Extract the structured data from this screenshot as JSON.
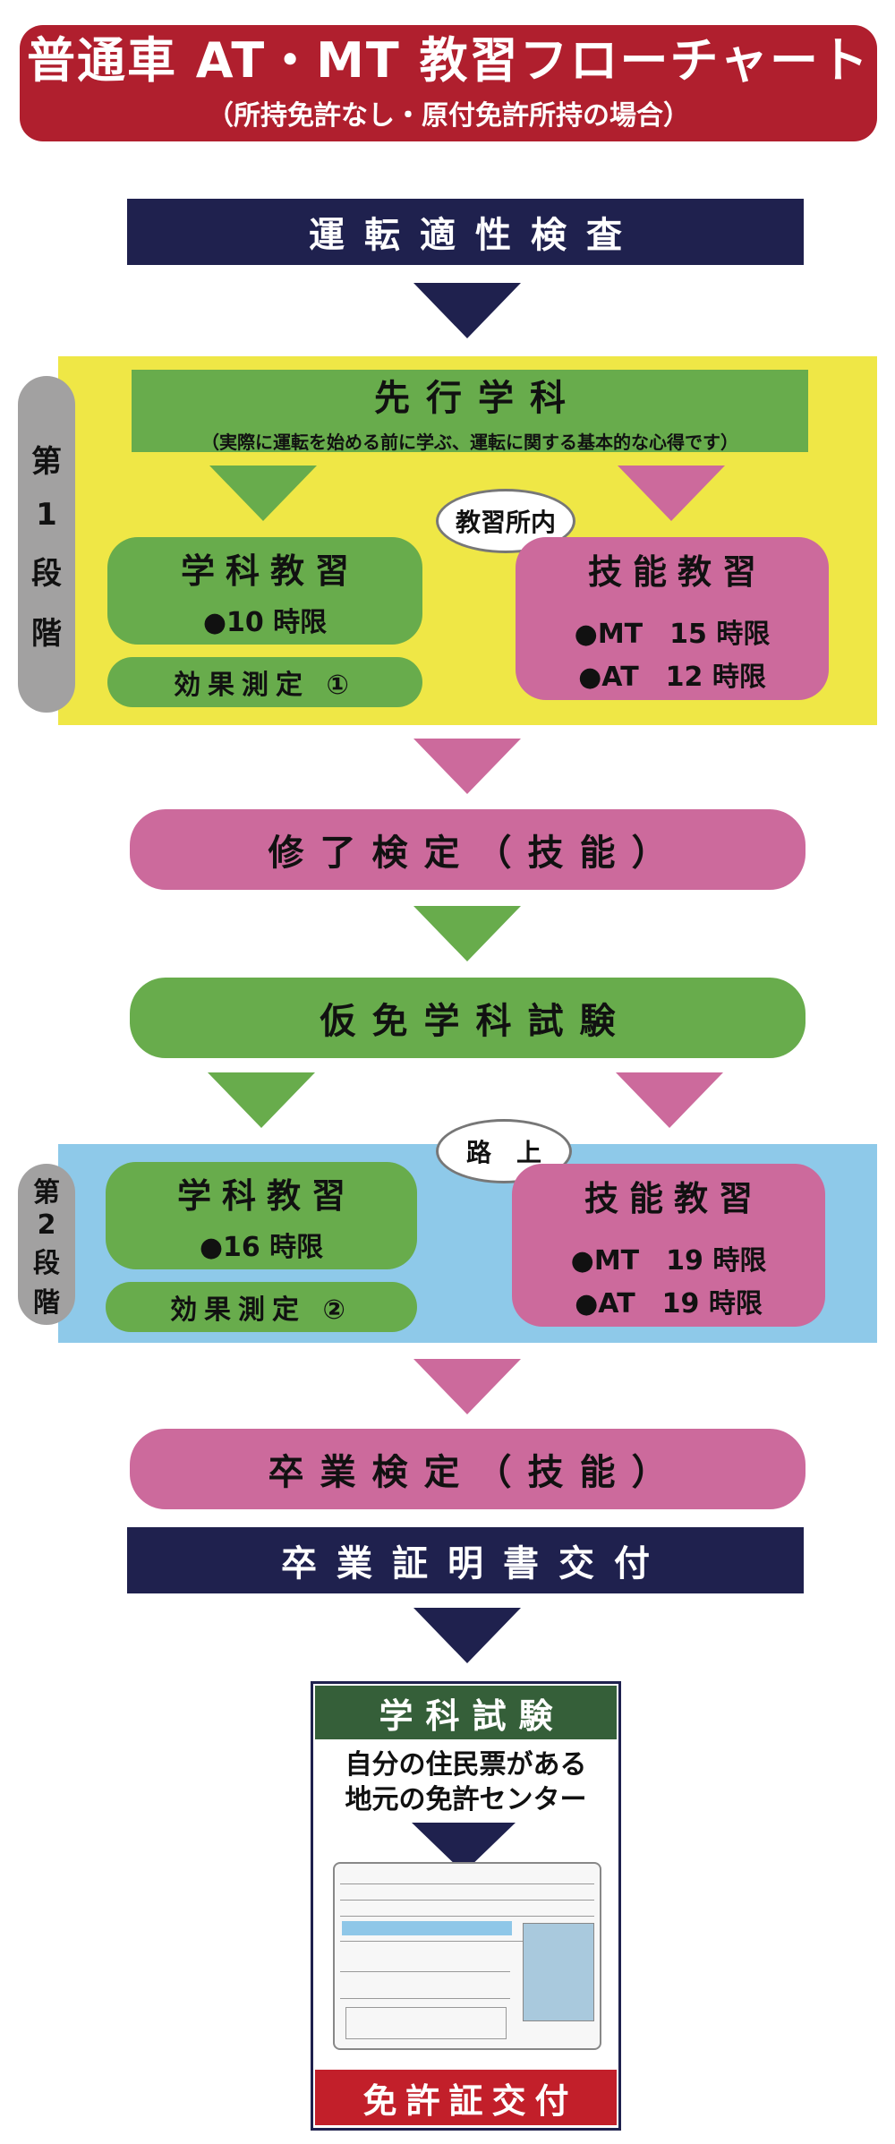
{
  "title": {
    "main": "普通車 AT・MT 教習フローチャート",
    "sub": "（所持免許なし・原付免許所持の場合）"
  },
  "steps": {
    "aptitude": "運転適性検査",
    "preliminary": {
      "label": "先行学科",
      "note": "（実際に運転を始める前に学ぶ、運転に関する基本的な心得です）"
    },
    "stage1": {
      "tab": [
        "第",
        "1",
        "段",
        "階"
      ],
      "bubble": "教習所内",
      "academic": {
        "label": "学科教習",
        "hours": "●10 時限"
      },
      "test": "効果測定 ①",
      "practical": {
        "label": "技能教習",
        "mt": "●MT　15 時限",
        "at": "●AT　12 時限"
      }
    },
    "completion": "修了検定（技能）",
    "provisional": "仮免学科試験",
    "stage2": {
      "tab": [
        "第",
        "2",
        "段",
        "階"
      ],
      "bubble": "路　上",
      "academic": {
        "label": "学科教習",
        "hours": "●16 時限"
      },
      "test": "効果測定 ②",
      "practical": {
        "label": "技能教習",
        "mt": "●MT　19 時限",
        "at": "●AT　19 時限"
      }
    },
    "graduation": "卒業検定（技能）",
    "certificate": "卒業証明書交付",
    "final": {
      "header": "学科試験",
      "line1": "自分の住民票がある",
      "line2": "地元の免許センター",
      "footer": "免許証交付"
    }
  },
  "colors": {
    "title_red": "#b01f2e",
    "navy": "#1f214e",
    "green": "#68ac4c",
    "pink": "#cc6a9c",
    "stage1_yellow": "#efe746",
    "stage2_blue": "#8ec9e9",
    "tab_gray": "#a2a1a1"
  }
}
